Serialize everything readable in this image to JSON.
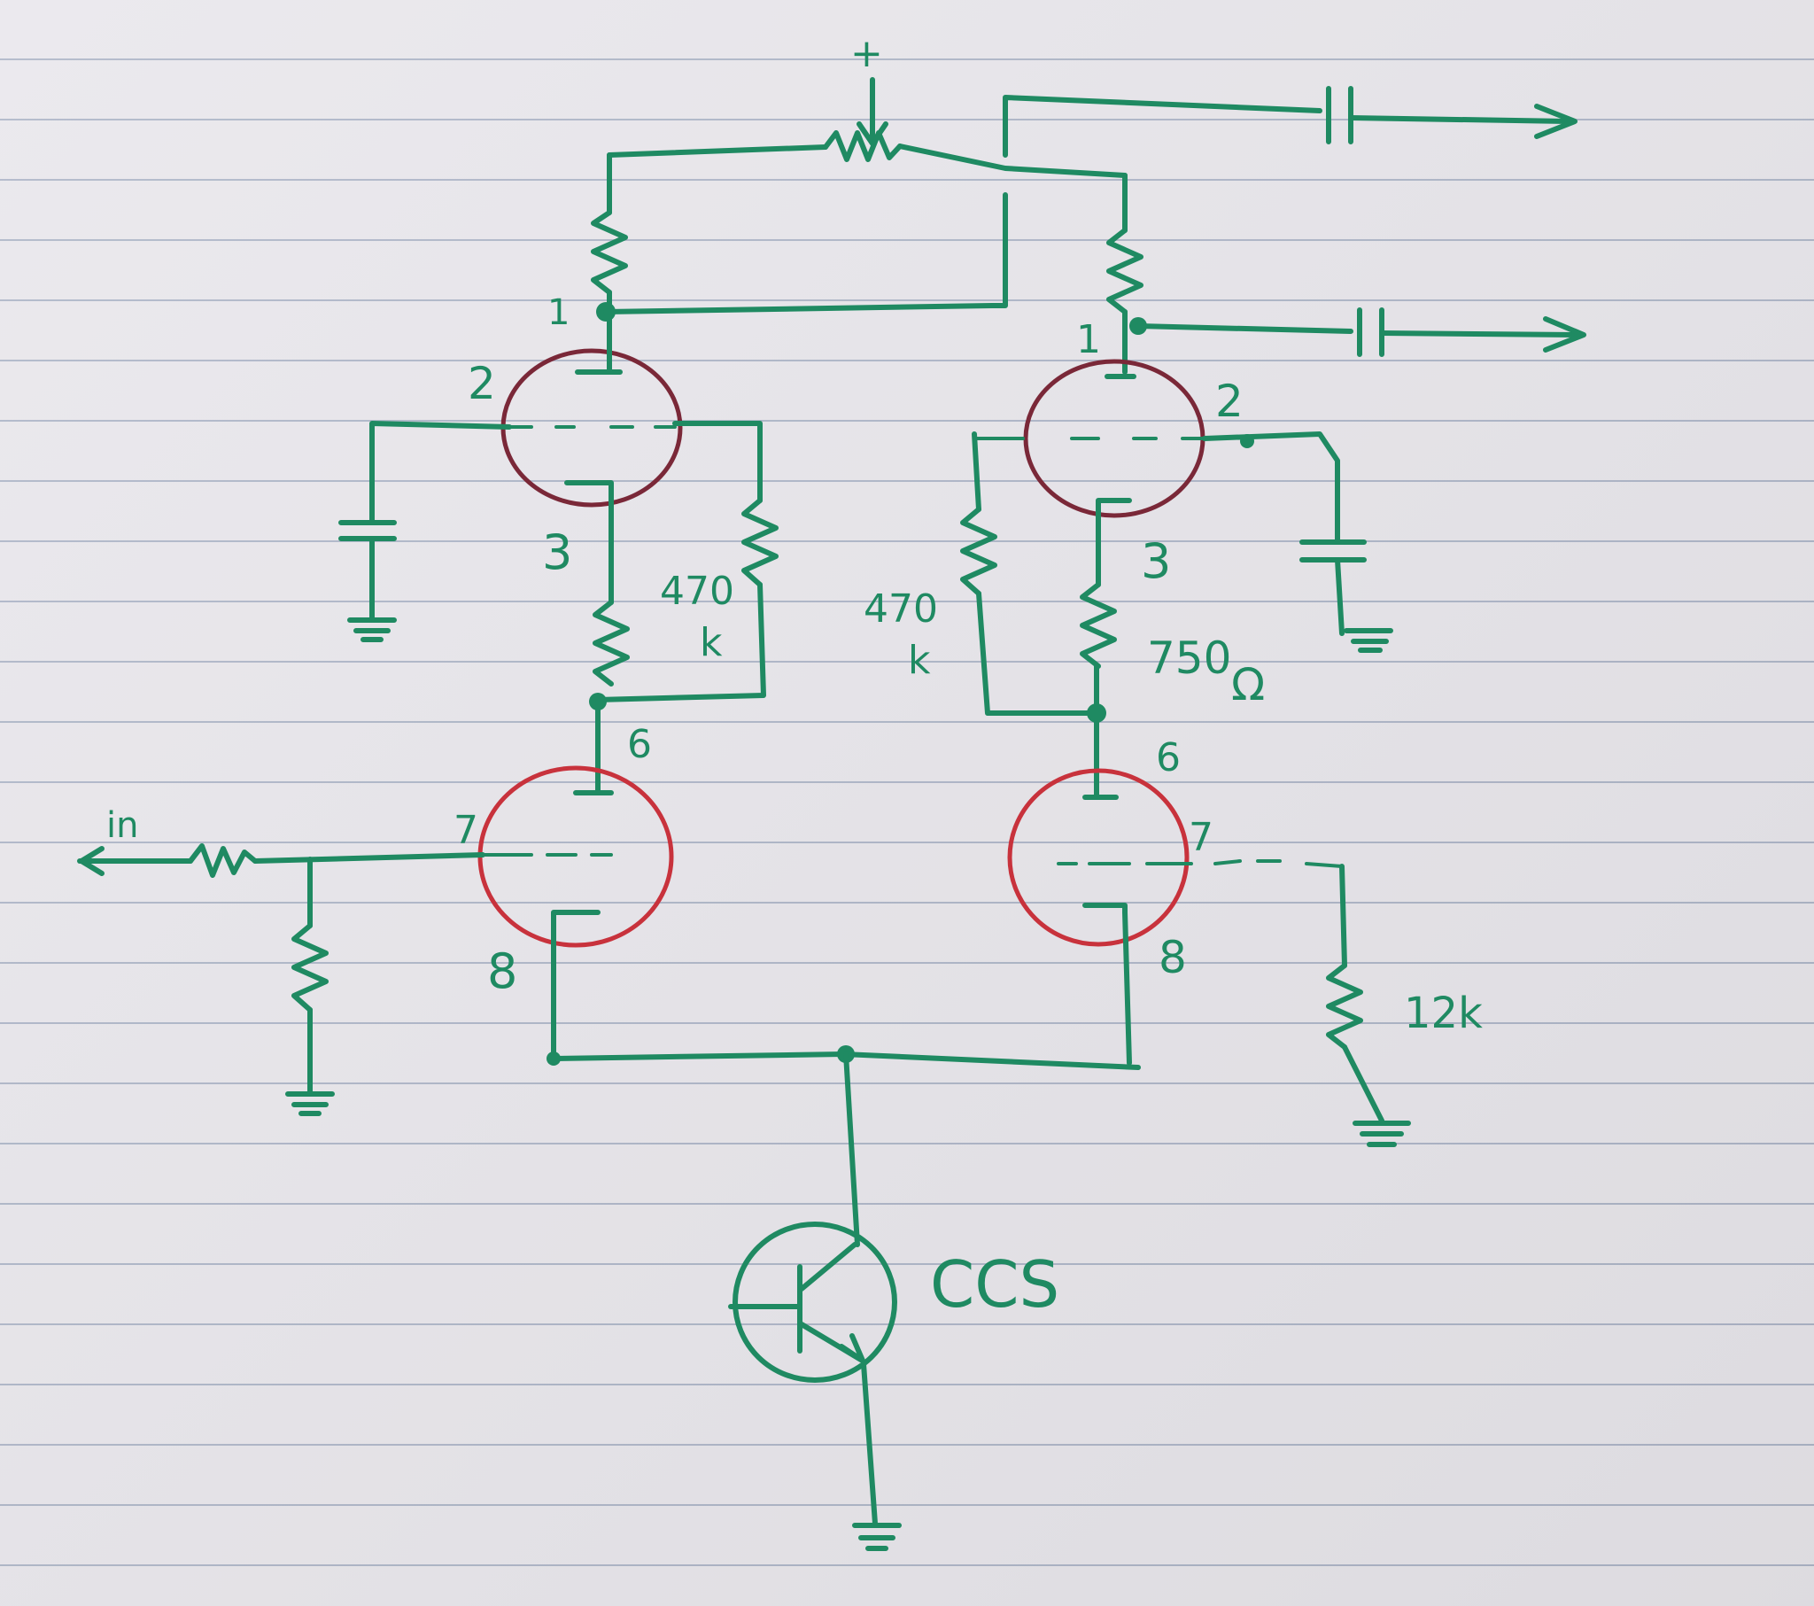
{
  "labels": {
    "supply": "+",
    "input": "in",
    "ccs": "CCS",
    "r_upper_left": "470",
    "r_upper_left_unit": "k",
    "r_upper_right": "470",
    "r_upper_right_unit": "k",
    "r_cathode_right": "750",
    "r_cathode_right_unit": "Ω",
    "r_grid_right": "12k"
  },
  "pins": {
    "left_top": {
      "plate": "1",
      "grid": "2",
      "cathode": "3"
    },
    "right_top": {
      "plate": "1",
      "grid": "2",
      "cathode": "3"
    },
    "left_bottom": {
      "plate": "6",
      "grid": "7",
      "cathode": "8"
    },
    "right_bottom": {
      "plate": "6",
      "grid": "7",
      "cathode": "8"
    }
  },
  "colors": {
    "ink": "#1f8a62",
    "envelope": "#c8323c",
    "paper": "#e9e7ec",
    "rule": "#aeb6c8"
  }
}
